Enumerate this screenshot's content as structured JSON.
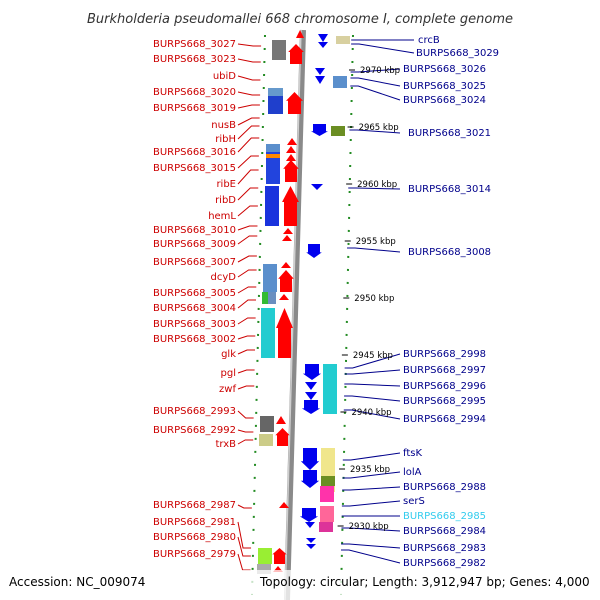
{
  "title": "Burkholderia pseudomallei 668 chromosome I, complete genome",
  "accession": "Accession: NC_009074",
  "topology": "Topology: circular; Length: 3,912,947 bp; Genes: 4,000",
  "colors": {
    "forward": "#ff0000",
    "reverse": "#0000ee",
    "left_label": "#cc0000",
    "right_label": "#00008b",
    "highlight_label": "#33ccee",
    "tick": "#228b22"
  },
  "position_marks": [
    "2970 kbp",
    "2965 kbp",
    "2960 kbp",
    "2955 kbp",
    "2950 kbp",
    "2945 kbp",
    "2940 kbp",
    "2935 kbp",
    "2930 kbp"
  ],
  "forward_genes": [
    "BURPS668_3027",
    "BURPS668_3023",
    "ubiD",
    "BURPS668_3020",
    "BURPS668_3019",
    "nusB",
    "ribH",
    "BURPS668_3016",
    "BURPS668_3015",
    "ribE",
    "ribD",
    "hemL",
    "BURPS668_3010",
    "BURPS668_3009",
    "BURPS668_3007",
    "dcyD",
    "BURPS668_3005",
    "BURPS668_3004",
    "BURPS668_3003",
    "BURPS668_3002",
    "glk",
    "pgl",
    "zwf",
    "BURPS668_2993",
    "BURPS668_2992",
    "trxB",
    "BURPS668_2987",
    "BURPS668_2981",
    "BURPS668_2980",
    "BURPS668_2979"
  ],
  "reverse_genes": [
    "crcB",
    "BURPS668_3029",
    "BURPS668_3026",
    "BURPS668_3025",
    "BURPS668_3024",
    "BURPS668_3021",
    "BURPS668_3014",
    "BURPS668_3008",
    "BURPS668_2998",
    "BURPS668_2997",
    "BURPS668_2996",
    "BURPS668_2995",
    "BURPS668_2994",
    "ftsK",
    "lolA",
    "BURPS668_2988",
    "serS",
    "BURPS668_2985",
    "BURPS668_2984",
    "BURPS668_2983",
    "BURPS668_2982"
  ],
  "highlighted_gene": "BURPS668_2985"
}
